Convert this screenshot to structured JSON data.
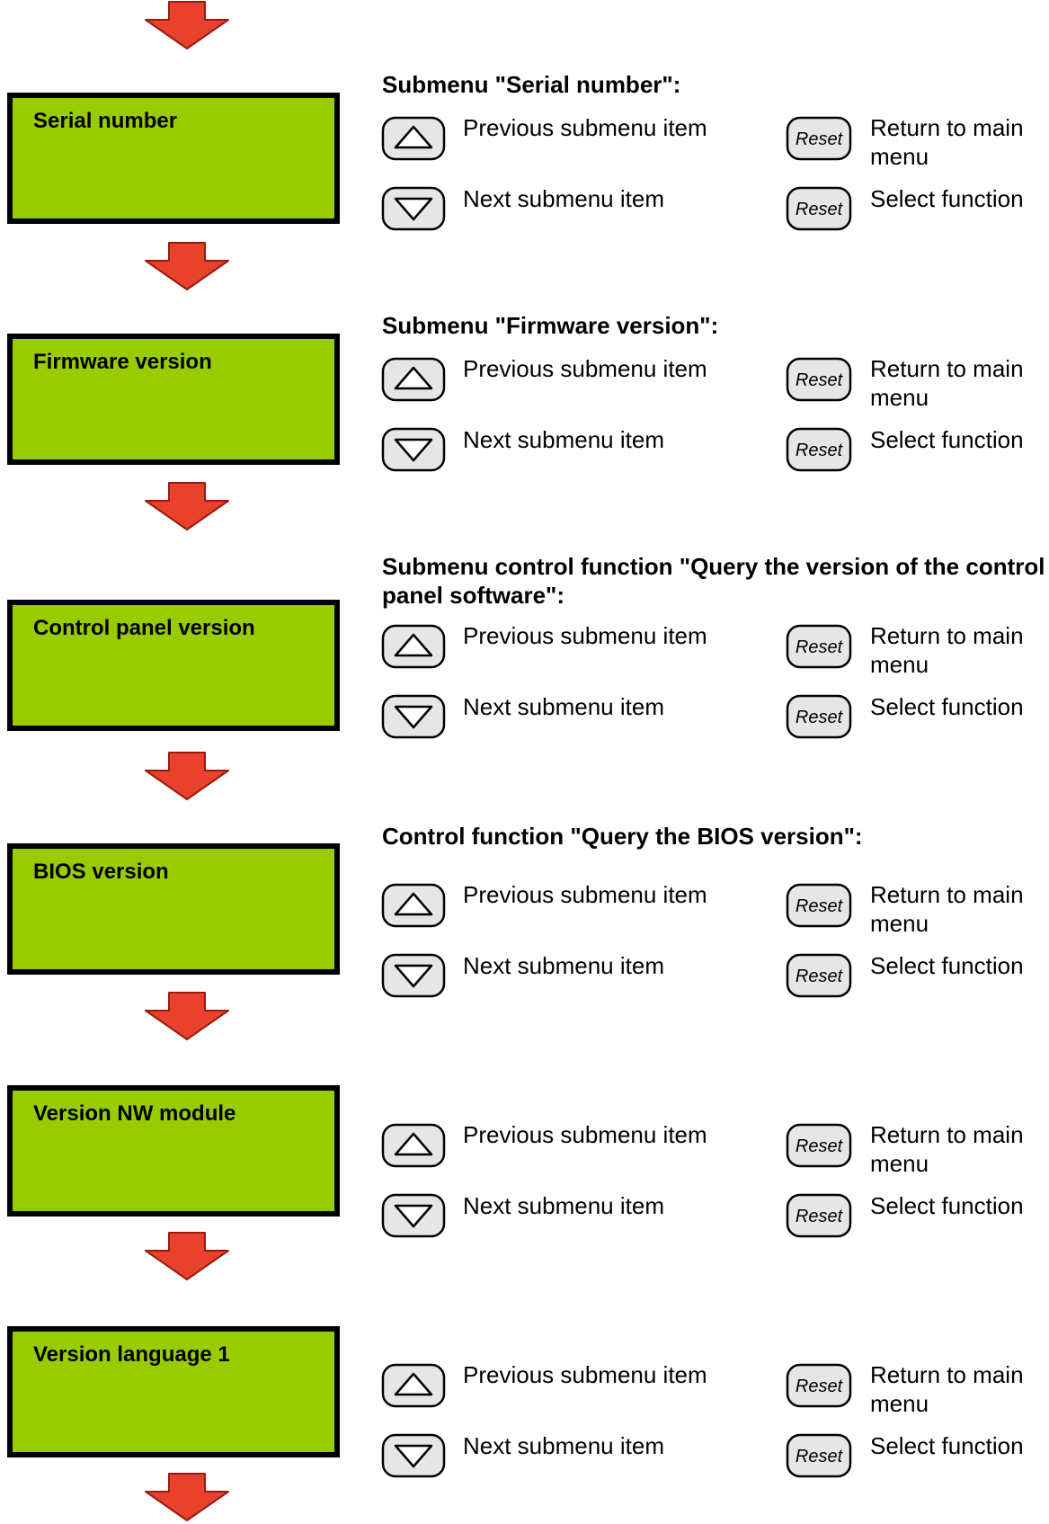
{
  "sections": [
    {
      "display_label": "Serial number",
      "title": "Submenu \"Serial number\":",
      "prev_text": "Previous submenu item",
      "next_text": "Next submenu item",
      "reset1_text": "Return to main menu",
      "reset2_text": "Select function",
      "reset_btn_label": "Reset"
    },
    {
      "display_label": "Firmware version",
      "title": "Submenu \"Firmware version\":",
      "prev_text": "Previous submenu item",
      "next_text": "Next submenu item",
      "reset1_text": "Return to main menu",
      "reset2_text": "Select function",
      "reset_btn_label": "Reset"
    },
    {
      "display_label": "Control panel version",
      "title": "Submenu control function \"Query the version of the control panel software\":",
      "prev_text": "Previous submenu item",
      "next_text": "Next submenu item",
      "reset1_text": "Return to main menu",
      "reset2_text": "Select function",
      "reset_btn_label": "Reset"
    },
    {
      "display_label": "BIOS version",
      "title": "Control function \"Query the BIOS version\":",
      "prev_text": "Previous submenu item",
      "next_text": "Next submenu item",
      "reset1_text": "Return to main menu",
      "reset2_text": "Select function",
      "reset_btn_label": "Reset"
    },
    {
      "display_label": "Version NW module",
      "title": "",
      "prev_text": "Previous submenu item",
      "next_text": "Next submenu item",
      "reset1_text": "Return to main menu",
      "reset2_text": "Select function",
      "reset_btn_label": "Reset"
    },
    {
      "display_label": "Version language 1",
      "title": "",
      "prev_text": "Previous submenu item",
      "next_text": "Next submenu item",
      "reset1_text": "Return to main menu",
      "reset2_text": "Select function",
      "reset_btn_label": "Reset"
    }
  ],
  "colors": {
    "display_bg": "#99cc00",
    "arrow_fill": "#e8412c",
    "button_fill": "#e6e6e6"
  },
  "icons": {
    "flow_arrow": "down-arrow-icon",
    "up_button": "up-triangle-icon",
    "down_button": "down-triangle-icon",
    "reset_button": "reset-icon"
  }
}
